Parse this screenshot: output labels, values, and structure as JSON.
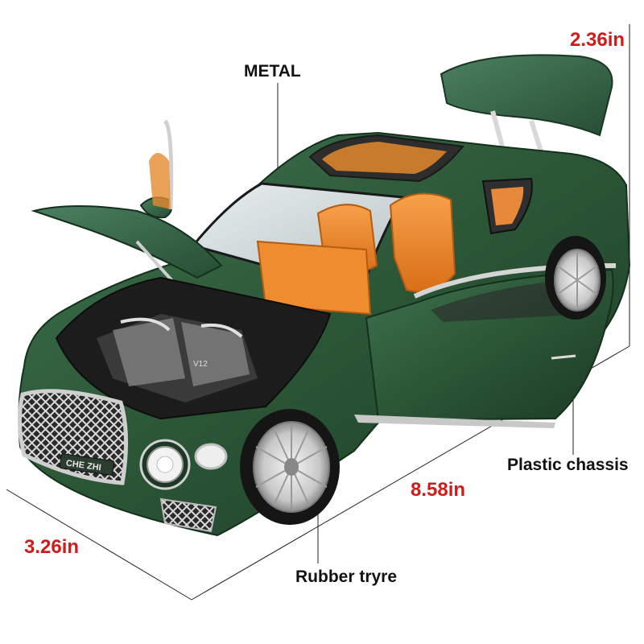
{
  "labels": {
    "metal": "METAL",
    "plastic_chassis": "Plastic chassis",
    "rubber_tyre": "Rubber  tryre"
  },
  "dimensions": {
    "height": "2.36in",
    "length": "8.58in",
    "width": "3.26in"
  },
  "car": {
    "plate_text": "CHE ZHI",
    "engine_badge": "V12",
    "body_color": "#2e5a3a",
    "interior_color": "#ef8a2a"
  },
  "colors": {
    "dimension_text": "#d11a1a",
    "callout_text": "#111111",
    "guide_lines": "#222222"
  }
}
